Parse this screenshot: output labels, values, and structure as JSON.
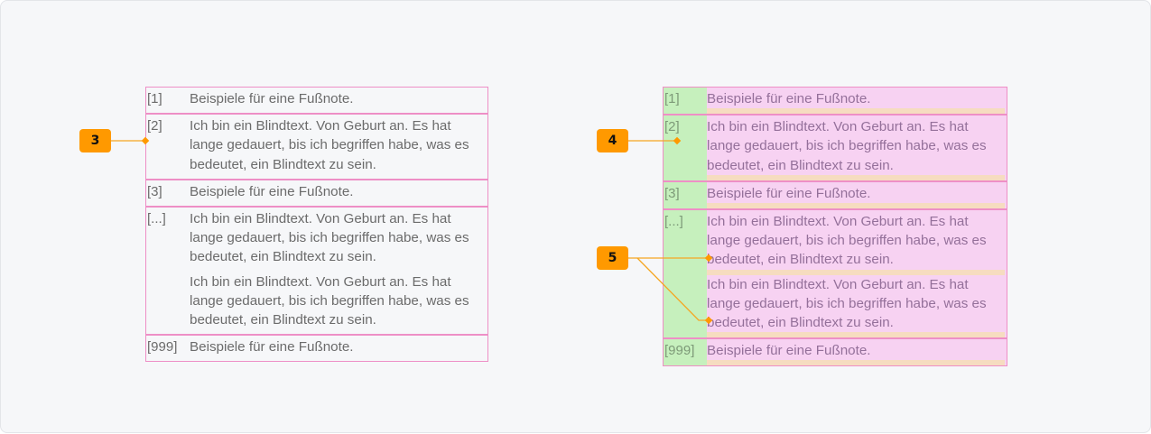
{
  "colors": {
    "background": "#f6f7f9",
    "table_border": "#ee8fc6",
    "number_column_highlight": "#c6f0bd",
    "content_highlight": "#f7d2f2",
    "padding_highlight": "#f6dcc0",
    "annotation": "#ff9900"
  },
  "left_table": {
    "rows": [
      {
        "number": "[1]",
        "paragraphs": [
          "Beispiele für eine Fußnote."
        ]
      },
      {
        "number": "[2]",
        "paragraphs": [
          "Ich bin ein Blindtext. Von Geburt an. Es hat lange gedauert, bis ich begriffen habe, was es bedeutet, ein Blindtext zu sein."
        ]
      },
      {
        "number": "[3]",
        "paragraphs": [
          "Beispiele für eine Fußnote."
        ]
      },
      {
        "number": "[...]",
        "paragraphs": [
          "Ich bin ein Blindtext. Von Geburt an. Es hat lange gedauert, bis ich begriffen habe, was es bedeutet, ein Blindtext zu sein.",
          "Ich bin ein Blindtext. Von Geburt an. Es hat lange gedauert, bis ich begriffen habe, was es bedeutet, ein Blindtext zu sein."
        ]
      },
      {
        "number": "[999]",
        "paragraphs": [
          "Beispiele für eine Fußnote."
        ]
      }
    ]
  },
  "right_table": {
    "rows": [
      {
        "number": "[1]",
        "paragraphs": [
          "Beispiele für eine Fußnote."
        ]
      },
      {
        "number": "[2]",
        "paragraphs": [
          "Ich bin ein Blindtext. Von Geburt an. Es hat lange gedauert, bis ich begriffen habe, was es bedeutet, ein Blindtext zu sein."
        ]
      },
      {
        "number": "[3]",
        "paragraphs": [
          "Beispiele für eine Fußnote."
        ]
      },
      {
        "number": "[...]",
        "paragraphs": [
          "Ich bin ein Blindtext. Von Geburt an. Es hat lange gedauert, bis ich begriffen habe, was es bedeutet, ein Blindtext zu sein.",
          "Ich bin ein Blindtext. Von Geburt an. Es hat lange gedauert, bis ich begriffen habe, was es bedeutet, ein Blindtext zu sein."
        ]
      },
      {
        "number": "[999]",
        "paragraphs": [
          "Beispiele für eine Fußnote."
        ]
      }
    ]
  },
  "annotations": [
    {
      "label": "3"
    },
    {
      "label": "4"
    },
    {
      "label": "5"
    }
  ]
}
